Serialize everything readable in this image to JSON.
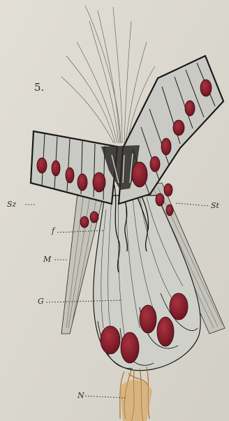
{
  "figure": {
    "number": "5.",
    "labels": {
      "sz": "Sz",
      "st": "St",
      "f": "f",
      "m": "M",
      "g": "G",
      "n": "N"
    }
  },
  "colors": {
    "paper": "#dcd9d0",
    "cell_fill": "#c9cac4",
    "nucleus": "#8a1c2b",
    "outline": "#1b1a18",
    "nerve": "#c8862f"
  }
}
